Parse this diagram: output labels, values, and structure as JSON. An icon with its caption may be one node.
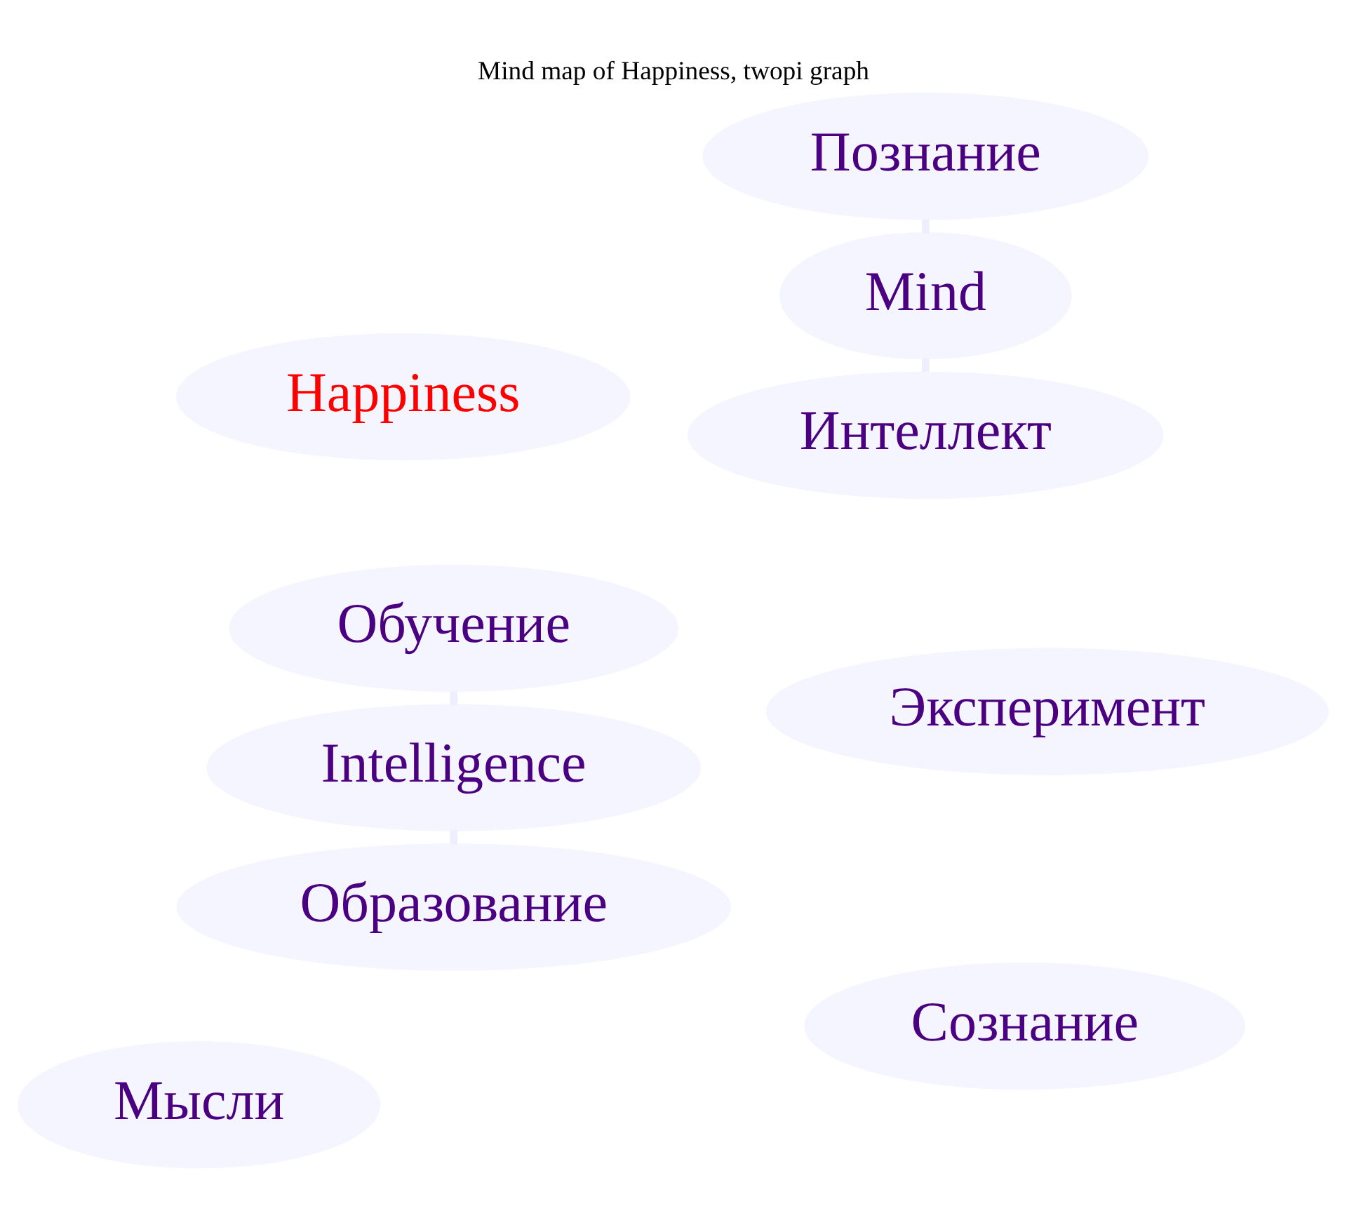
{
  "diagram": {
    "title": "Mind map of Happiness, twopi graph",
    "nodes": [
      {
        "text": [
          "Познание"
        ]
      },
      {
        "text": [
          "Сознание"
        ]
      },
      {
        "text": [
          "Mind"
        ]
      },
      {
        "text": [
          "Интеллект"
        ]
      },
      {
        "text": [
          "Обучение"
        ]
      },
      {
        "text": [
          "Эксперимент"
        ]
      },
      {
        "text": [
          "Intelligence"
        ]
      },
      {
        "text": [
          "Образование"
        ]
      },
      {
        "text": [
          "Мысли"
        ]
      },
      {
        "text": [
          "Happiness"
        ]
      }
    ],
    "edges": [
      {
        "from": 2,
        "to": 0,
        "arrow": "none"
      },
      {
        "from": 2,
        "to": 3,
        "arrow": "none"
      },
      {
        "from": 6,
        "to": 4,
        "arrow": "none"
      },
      {
        "from": 6,
        "to": 7,
        "arrow": "none"
      }
    ]
  }
}
